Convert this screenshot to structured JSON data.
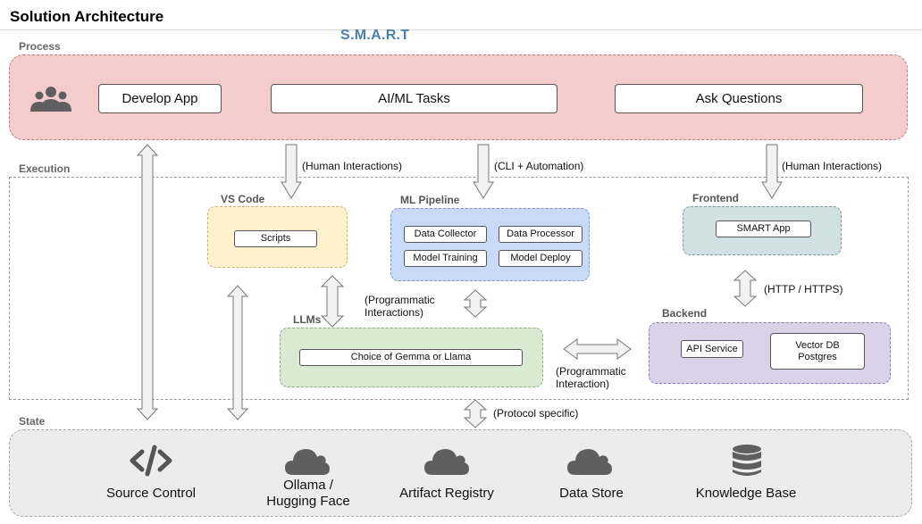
{
  "title": "Solution Architecture",
  "subtitle": "S.M.A.R.T",
  "sections": {
    "process": "Process",
    "execution": "Execution",
    "state": "State"
  },
  "process_items": {
    "develop_app": "Develop App",
    "ai_ml_tasks": "AI/ML Tasks",
    "ask_questions": "Ask Questions"
  },
  "groups": {
    "vscode": {
      "label": "VS Code",
      "items": [
        "Scripts"
      ]
    },
    "ml_pipeline": {
      "label": "ML Pipeline",
      "items": [
        "Data Collector",
        "Data Processor",
        "Model Training",
        "Model Deploy"
      ]
    },
    "frontend": {
      "label": "Frontend",
      "items": [
        "SMART App"
      ]
    },
    "llms": {
      "label": "LLMs",
      "items": [
        "Choice of Gemma or Llama"
      ]
    },
    "backend": {
      "label": "Backend",
      "items": [
        "API Service",
        "Vector DB\nPostgres"
      ]
    }
  },
  "connectors": {
    "human_interactions_left": "(Human Interactions)",
    "cli_automation": "(CLI + Automation)",
    "human_interactions_right": "(Human Interactions)",
    "http_https": "(HTTP / HTTPS)",
    "programmatic_interactions": "(Programmatic\nInteractions)",
    "programmatic_interaction": "(Programmatic\nInteraction)",
    "protocol_specific": "(Protocol specific)"
  },
  "state_items": [
    {
      "label": "Source Control",
      "icon": "code-icon"
    },
    {
      "label": "Ollama /\nHugging Face",
      "icon": "cloud-icon"
    },
    {
      "label": "Artifact Registry",
      "icon": "cloud-icon"
    },
    {
      "label": "Data Store",
      "icon": "cloud-icon"
    },
    {
      "label": "Knowledge Base",
      "icon": "database-icon"
    }
  ],
  "colors": {
    "process": "#f4cccc",
    "vscode": "#fff2cc",
    "ml_pipeline": "#c9daf8",
    "frontend": "#d0e0e3",
    "llms": "#d9ead3",
    "backend": "#d9d2e9",
    "state": "#ececec",
    "accent": "#4b7fb0"
  }
}
